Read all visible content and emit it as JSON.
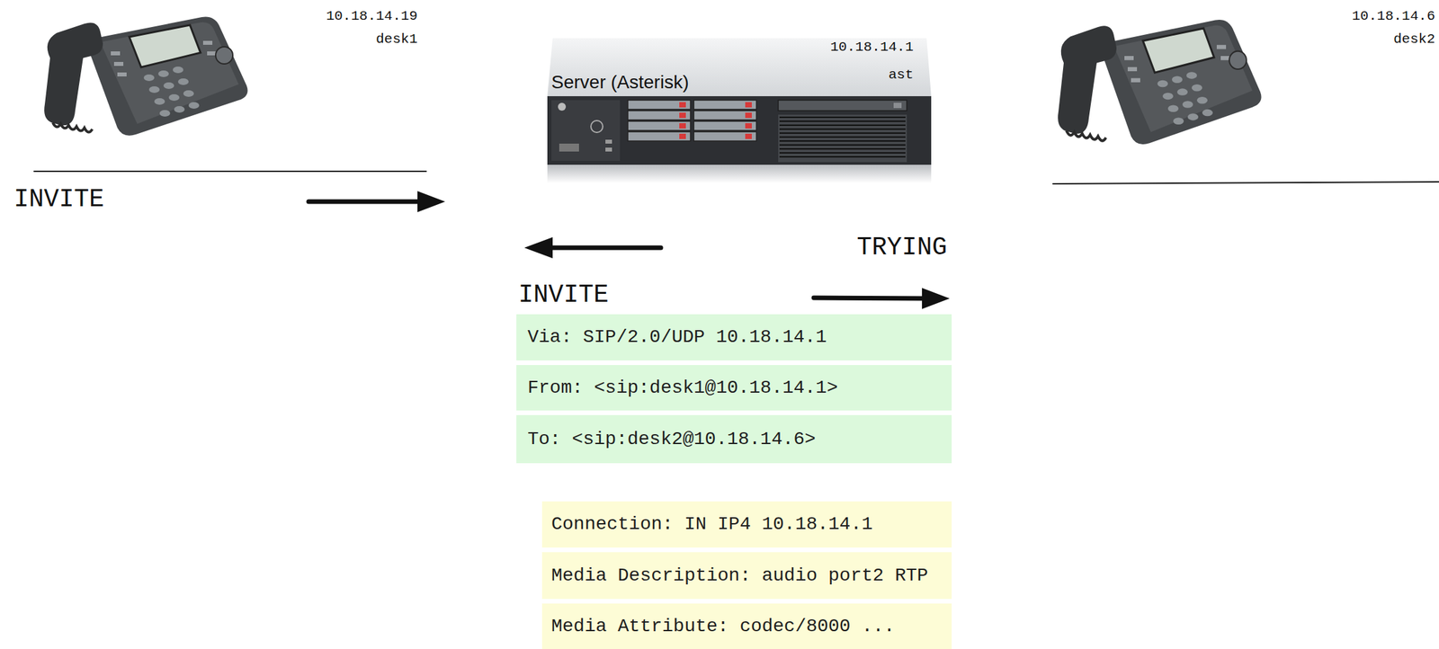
{
  "diagram": {
    "nodes": [
      {
        "text": [
          "10.18.14.19",
          "desk1"
        ]
      },
      {
        "text": [
          "Server (Asterisk)",
          "10.18.14.1",
          "ast"
        ]
      },
      {
        "text": [
          "10.18.14.6",
          "desk2"
        ]
      },
      {
        "text": [
          "Via: SIP/2.0/UDP 10.18.14.1"
        ]
      },
      {
        "text": [
          "From: <sip:desk1@10.18.14.1>"
        ]
      },
      {
        "text": [
          "To: <sip:desk2@10.18.14.6>"
        ]
      },
      {
        "text": [
          "Connection: IN IP4 10.18.14.1"
        ]
      },
      {
        "text": [
          "Media Description: audio port2 RTP"
        ]
      },
      {
        "text": [
          "Media Attribute: codec/8000 ..."
        ]
      }
    ],
    "labels": [
      "INVITE",
      "TRYING",
      "INVITE"
    ]
  }
}
